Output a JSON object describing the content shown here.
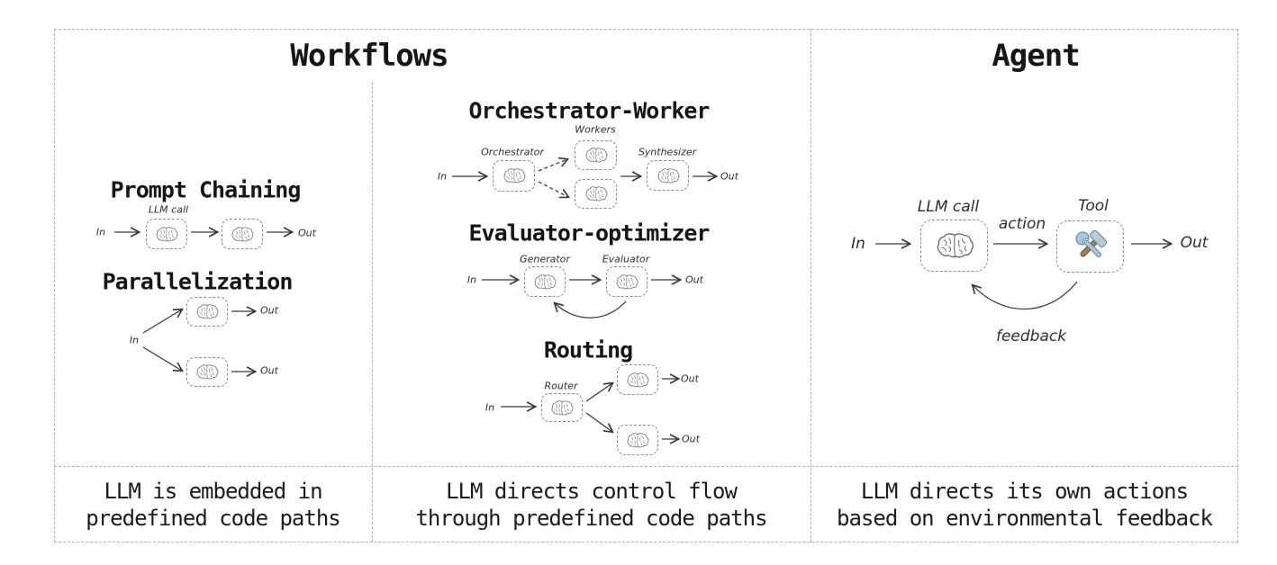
{
  "workflows": {
    "title": "Workflows",
    "sections": {
      "prompt_chaining": {
        "title": "Prompt Chaining",
        "llm_call": "LLM call"
      },
      "parallelization": {
        "title": "Parallelization"
      },
      "orchestrator_worker": {
        "title": "Orchestrator-Worker",
        "orchestrator": "Orchestrator",
        "workers": "Workers",
        "synthesizer": "Synthesizer"
      },
      "evaluator_optimizer": {
        "title": "Evaluator-optimizer",
        "generator": "Generator",
        "evaluator": "Evaluator"
      },
      "routing": {
        "title": "Routing",
        "router": "Router"
      }
    },
    "caption_left": {
      "line1": "LLM is embedded in",
      "line2": "predefined code paths"
    },
    "caption_middle": {
      "line1": "LLM directs control flow",
      "line2": "through predefined code paths"
    }
  },
  "agent": {
    "title": "Agent",
    "llm_call": "LLM call",
    "action": "action",
    "tool": "Tool",
    "feedback": "feedback",
    "caption": {
      "line1": "LLM directs its own actions",
      "line2": "based on environmental feedback"
    }
  },
  "common": {
    "in": "In",
    "out": "Out"
  },
  "icons": {
    "brain": "brain-icon",
    "tool": "hammer-wrench-icon"
  },
  "colors": {
    "frame_border": "#b0b0b0",
    "node_border": "#8c8c8c",
    "ink": "#3a3a3a",
    "heading": "#161616",
    "wrench_blue": "#a6c6dd",
    "hammer_brown": "#a87a4f"
  }
}
